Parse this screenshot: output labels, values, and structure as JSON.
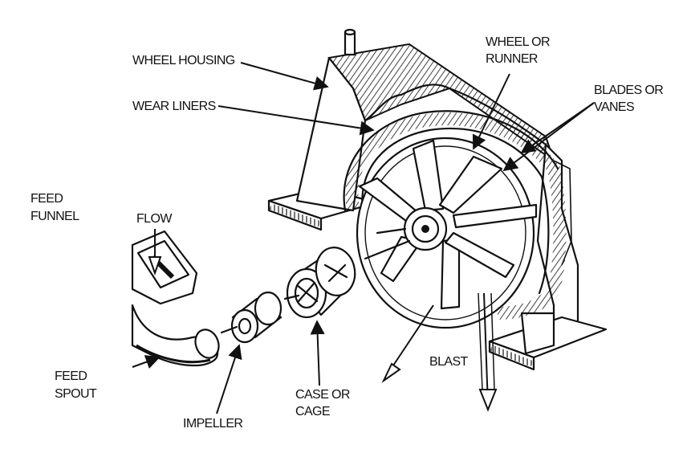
{
  "labels": {
    "wheel_housing": "WHEEL HOUSING",
    "wear_liners": "WEAR LINERS",
    "wheel_or_runner_1": "WHEEL OR",
    "wheel_or_runner_2": "RUNNER",
    "blades_or_vanes_1": "BLADES OR",
    "blades_or_vanes_2": "VANES",
    "feed_funnel_1": "FEED",
    "feed_funnel_2": "FUNNEL",
    "flow": "FLOW",
    "feed_spout_1": "FEED",
    "feed_spout_2": "SPOUT",
    "impeller": "IMPELLER",
    "case_or_cage_1": "CASE OR",
    "case_or_cage_2": "CAGE",
    "blast": "BLAST"
  }
}
